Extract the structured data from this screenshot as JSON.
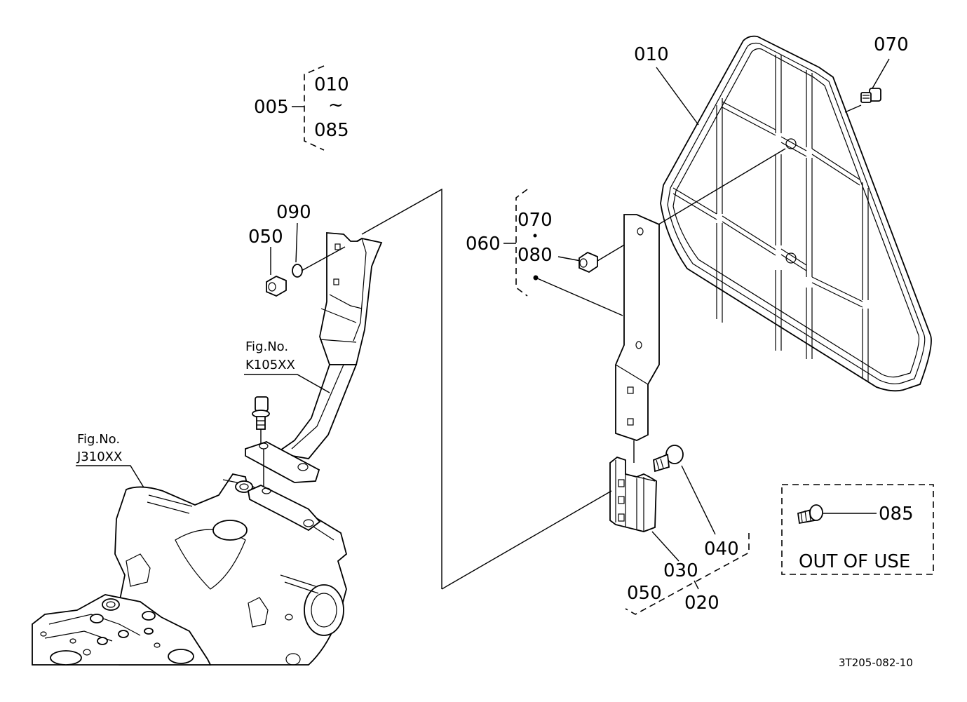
{
  "labels": {
    "p005": "005",
    "p010_range_start": "010",
    "range_tilde": "~",
    "p085_range_end": "085",
    "p010": "010",
    "p070": "070",
    "p090": "090",
    "p050": "050",
    "p060": "060",
    "p060_070": "070",
    "p060_080": "080",
    "p040": "040",
    "p030": "030",
    "p050_set": "050",
    "p020": "020",
    "p085": "085"
  },
  "fig_refs": {
    "k105_title": "Fig.No.",
    "k105_code": "K105XX",
    "j310_title": "Fig.No.",
    "j310_code": "J310XX"
  },
  "out_of_use": "OUT OF USE",
  "drawing_ref": "3T205-082-10"
}
